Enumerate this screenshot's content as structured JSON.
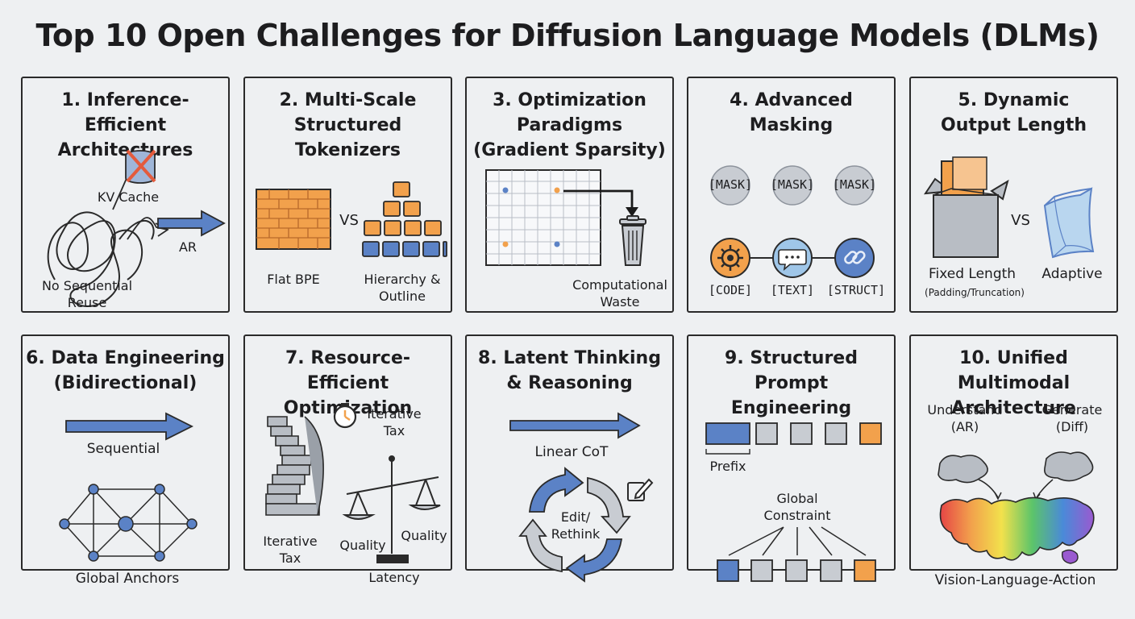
{
  "title": "Top 10 Open Challenges for Diffusion Language Models (DLMs)",
  "colors": {
    "blue": "#5b82c6",
    "orange": "#f2a14c",
    "gray": "#c8ccd2",
    "ink": "#2a2a2a"
  },
  "panels": [
    {
      "title": "1. Inference-Efficient\nArchitectures",
      "labels": {
        "kv_cache": "KV Cache",
        "ar": "AR",
        "no_reuse": "No Sequential\nReuse"
      }
    },
    {
      "title": "2. Multi-Scale\nStructured\nTokenizers",
      "labels": {
        "vs": "VS",
        "flat": "Flat BPE",
        "hier": "Hierarchy &\nOutline"
      }
    },
    {
      "title": "3. Optimization\nParadigms\n(Gradient Sparsity)",
      "labels": {
        "waste": "Computational\nWaste"
      }
    },
    {
      "title": "4. Advanced\nMasking",
      "labels": {
        "mask1": "[MASK]",
        "mask2": "[MASK]",
        "mask3": "[MASK]",
        "code": "[CODE]",
        "text": "[TEXT]",
        "struct": "[STRUCT]"
      }
    },
    {
      "title": "5. Dynamic\nOutput Length",
      "labels": {
        "vs": "VS",
        "fixed": "Fixed Length",
        "fixed_sub": "(Padding/Truncation)",
        "adaptive": "Adaptive"
      }
    },
    {
      "title": "6. Data Engineering\n(Bidirectional)",
      "labels": {
        "sequential": "Sequential",
        "anchors": "Global Anchors"
      }
    },
    {
      "title": "7. Resource-Efficient\nOptimization",
      "labels": {
        "iter_tax_top": "Iterative\nTax",
        "iter_tax": "Iterative\nTax",
        "quality_l": "Quality",
        "quality_r": "Quality",
        "latency": "Latency"
      }
    },
    {
      "title": "8. Latent Thinking\n& Reasoning",
      "labels": {
        "linear": "Linear CoT",
        "edit": "Edit/\nRethink"
      }
    },
    {
      "title": "9. Structured\nPrompt Engineering",
      "labels": {
        "prefix": "Prefix",
        "global": "Global\nConstraint"
      }
    },
    {
      "title": "10. Unified Multimodal\nArchitecture",
      "labels": {
        "understand": "Understand\n(AR)",
        "generate": "Generate\n(Diff)",
        "vla": "Vision-Language-Action"
      }
    }
  ]
}
